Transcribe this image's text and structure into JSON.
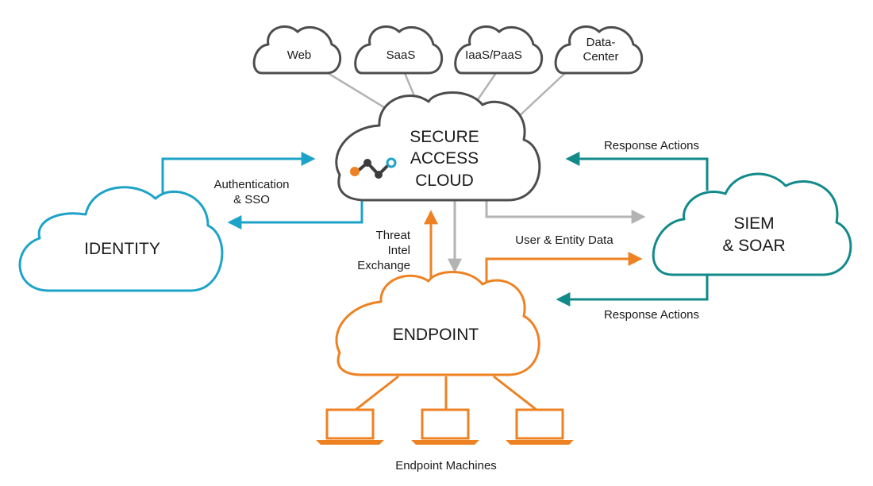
{
  "top_clouds": [
    {
      "id": "web",
      "lines": [
        "Web"
      ]
    },
    {
      "id": "saas",
      "lines": [
        "SaaS"
      ]
    },
    {
      "id": "iaas",
      "lines": [
        "IaaS/PaaS"
      ]
    },
    {
      "id": "datacenter",
      "lines": [
        "Data-",
        "Center"
      ]
    }
  ],
  "secure_access_cloud": {
    "line1": "SECURE",
    "line2": "ACCESS",
    "line3": "CLOUD"
  },
  "identity": {
    "label": "IDENTITY"
  },
  "siem": {
    "line1": "SIEM",
    "line2": "& SOAR"
  },
  "endpoint": {
    "label": "ENDPOINT"
  },
  "edge_labels": {
    "auth_line1": "Authentication",
    "auth_line2": "& SSO",
    "threat_line1": "Threat",
    "threat_line2": "Intel",
    "threat_line3": "Exchange",
    "user_entity": "User & Entity Data",
    "response_top": "Response Actions",
    "response_bottom": "Response Actions"
  },
  "endpoint_machines_label": "Endpoint Machines",
  "colors": {
    "gray": "#4d4d4d",
    "light_gray": "#b3b3b3",
    "blue": "#1ea3c8",
    "teal": "#138a8a",
    "orange": "#ee8223",
    "logo_dark": "#3c3c3c",
    "logo_blue": "#1ea3c8",
    "logo_orange": "#ee8223"
  }
}
